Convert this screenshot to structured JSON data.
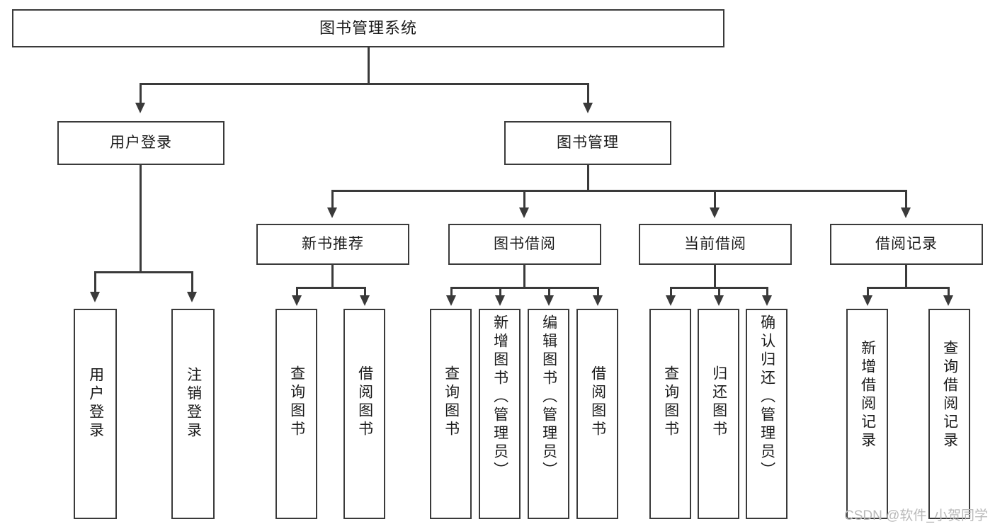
{
  "diagram": {
    "title": "图书管理系统",
    "type": "tree-hierarchy-diagram",
    "root": {
      "label": "图书管理系统"
    },
    "level2": [
      {
        "label": "用户登录"
      },
      {
        "label": "图书管理"
      }
    ],
    "level3": [
      {
        "label": "新书推荐"
      },
      {
        "label": "图书借阅"
      },
      {
        "label": "当前借阅"
      },
      {
        "label": "借阅记录"
      }
    ],
    "leaves": {
      "user_login": [
        {
          "label": "用户登录"
        },
        {
          "label": "注销登录"
        }
      ],
      "new_book_recommend": [
        {
          "label": "查询图书"
        },
        {
          "label": "借阅图书"
        }
      ],
      "book_borrow": [
        {
          "label": "查询图书"
        },
        {
          "label": "新增图书（管理员）"
        },
        {
          "label": "编辑图书（管理员）"
        },
        {
          "label": "借阅图书"
        }
      ],
      "current_borrow": [
        {
          "label": "查询图书"
        },
        {
          "label": "归还图书"
        },
        {
          "label": "确认归还（管理员）"
        }
      ],
      "borrow_records": [
        {
          "label": "新增借阅记录"
        },
        {
          "label": "查询借阅记录"
        }
      ]
    }
  },
  "watermark": {
    "text": "CSDN @软件_小贺同学"
  },
  "colors": {
    "stroke": "#3a3a3a",
    "text": "#1b1b1b",
    "background": "#ffffff",
    "watermark": "#b9b9b9"
  }
}
